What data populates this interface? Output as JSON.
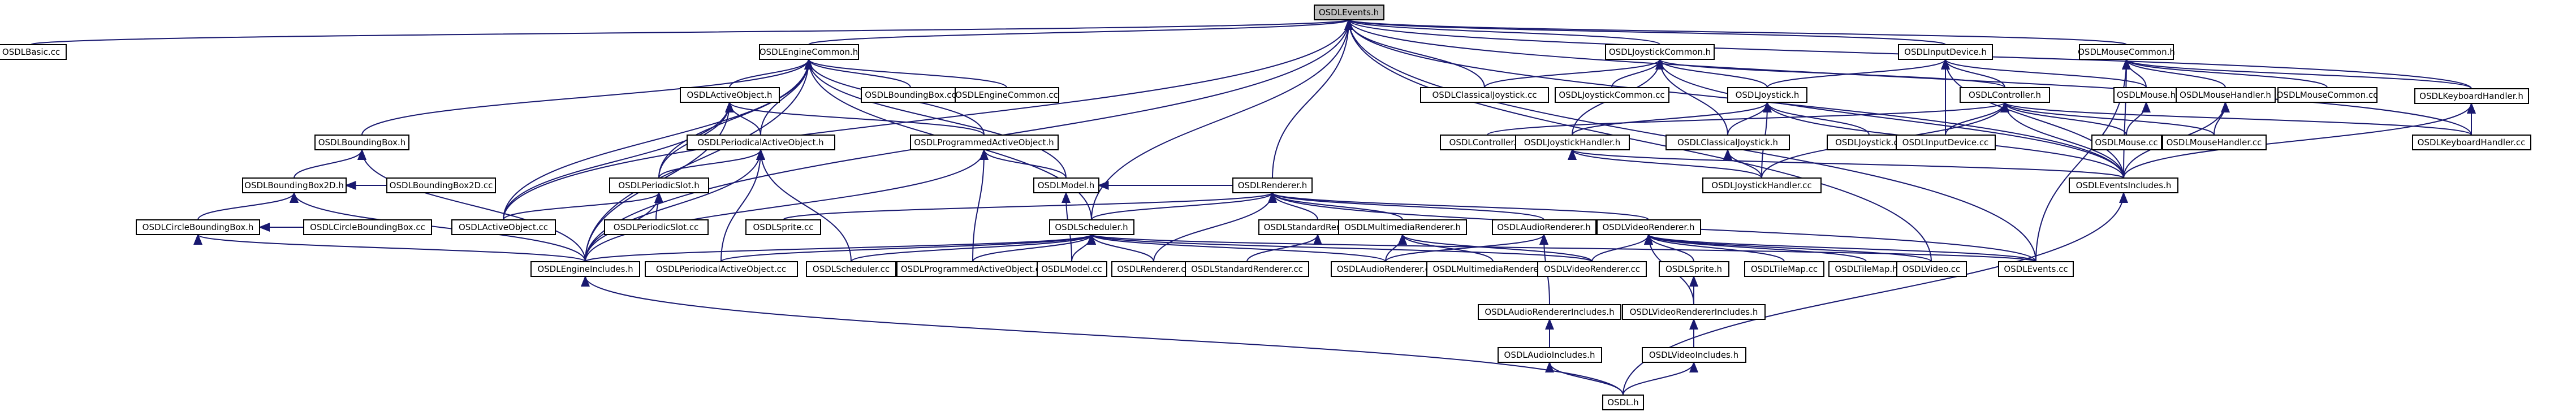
{
  "graph": {
    "title": "",
    "edge_color": "#191970",
    "nodes": {
      "n0": "OSDLEvents.h",
      "n1": "OSDLBasic.cc",
      "n2": "OSDLEngineCommon.h",
      "n3": "OSDLJoystickCommon.h",
      "n4": "OSDLInputDevice.h",
      "n5": "OSDLMouseCommon.h",
      "n6": "OSDLKeyboardHandler.h",
      "n7": "OSDLActiveObject.h",
      "n8": "OSDLBoundingBox.cc",
      "n9": "OSDLEngineCommon.cc",
      "n10": "OSDLClassicalJoystick.cc",
      "n11": "OSDLJoystickCommon.cc",
      "n12": "OSDLJoystick.h",
      "n13": "OSDLController.h",
      "n14": "OSDLMouse.h",
      "n15": "OSDLMouseHandler.h",
      "n16": "OSDLMouseCommon.cc",
      "n17": "OSDLBoundingBox.h",
      "n18": "OSDLPeriodicalActiveObject.h",
      "n19": "OSDLProgrammedActiveObject.h",
      "n20": "OSDLController.cc",
      "n21": "OSDLJoystickHandler.h",
      "n22": "OSDLClassicalJoystick.h",
      "n23": "OSDLJoystick.cc",
      "n24": "OSDLInputDevice.cc",
      "n25": "OSDLMouse.cc",
      "n26": "OSDLMouseHandler.cc",
      "n27": "OSDLKeyboardHandler.cc",
      "n28": "OSDLBoundingBox2D.h",
      "n29": "OSDLBoundingBox2D.cc",
      "n30": "OSDLPeriodicSlot.h",
      "n31": "OSDLModel.h",
      "n32": "OSDLRenderer.h",
      "n33": "OSDLJoystickHandler.cc",
      "n34": "OSDLEventsIncludes.h",
      "n35": "OSDLCircleBoundingBox.h",
      "n36": "OSDLCircleBoundingBox.cc",
      "n37": "OSDLActiveObject.cc",
      "n38": "OSDLPeriodicSlot.cc",
      "n39": "OSDLSprite.cc",
      "n40": "OSDLScheduler.h",
      "n41": "OSDLStandardRenderer.h",
      "n42": "OSDLMultimediaRenderer.h",
      "n43": "OSDLAudioRenderer.h",
      "n44": "OSDLVideoRenderer.h",
      "n45": "OSDLEngineIncludes.h",
      "n46": "OSDLPeriodicalActiveObject.cc",
      "n47": "OSDLScheduler.cc",
      "n48": "OSDLProgrammedActiveObject.cc",
      "n49": "OSDLModel.cc",
      "n50": "OSDLRenderer.cc",
      "n51": "OSDLStandardRenderer.cc",
      "n52": "OSDLAudioRenderer.cc",
      "n53": "OSDLMultimediaRenderer.cc",
      "n54": "OSDLVideoRenderer.cc",
      "n55": "OSDLSprite.h",
      "n56": "OSDLTileMap.cc",
      "n57": "OSDLTileMap.h",
      "n58": "OSDLVideo.cc",
      "n59": "OSDLEvents.cc",
      "n60": "OSDLAudioRendererIncludes.h",
      "n61": "OSDLVideoRendererIncludes.h",
      "n62": "OSDLAudioIncludes.h",
      "n63": "OSDLVideoIncludes.h",
      "n64": "OSDL.h"
    },
    "edges": [
      [
        "n1",
        "n0"
      ],
      [
        "n2",
        "n0"
      ],
      [
        "n3",
        "n0"
      ],
      [
        "n4",
        "n0"
      ],
      [
        "n5",
        "n0"
      ],
      [
        "n6",
        "n0"
      ],
      [
        "n37",
        "n0"
      ],
      [
        "n10",
        "n0"
      ],
      [
        "n32",
        "n0"
      ],
      [
        "n34",
        "n0"
      ],
      [
        "n40",
        "n0"
      ],
      [
        "n45",
        "n0"
      ],
      [
        "n58",
        "n0"
      ],
      [
        "n59",
        "n0"
      ],
      [
        "n27",
        "n0"
      ],
      [
        "n7",
        "n2"
      ],
      [
        "n8",
        "n2"
      ],
      [
        "n9",
        "n2"
      ],
      [
        "n17",
        "n2"
      ],
      [
        "n18",
        "n2"
      ],
      [
        "n19",
        "n2"
      ],
      [
        "n30",
        "n2"
      ],
      [
        "n31",
        "n2"
      ],
      [
        "n40",
        "n2"
      ],
      [
        "n37",
        "n2"
      ],
      [
        "n45",
        "n2"
      ],
      [
        "n10",
        "n3"
      ],
      [
        "n11",
        "n3"
      ],
      [
        "n12",
        "n3"
      ],
      [
        "n13",
        "n3"
      ],
      [
        "n21",
        "n3"
      ],
      [
        "n22",
        "n3"
      ],
      [
        "n34",
        "n3"
      ],
      [
        "n12",
        "n4"
      ],
      [
        "n13",
        "n4"
      ],
      [
        "n24",
        "n4"
      ],
      [
        "n34",
        "n4"
      ],
      [
        "n14",
        "n4"
      ],
      [
        "n14",
        "n5"
      ],
      [
        "n15",
        "n5"
      ],
      [
        "n16",
        "n5"
      ],
      [
        "n6",
        "n5"
      ],
      [
        "n34",
        "n5"
      ],
      [
        "n59",
        "n5"
      ],
      [
        "n27",
        "n6"
      ],
      [
        "n34",
        "n6"
      ],
      [
        "n18",
        "n7"
      ],
      [
        "n19",
        "n7"
      ],
      [
        "n37",
        "n7"
      ],
      [
        "n30",
        "n7"
      ],
      [
        "n45",
        "n7"
      ],
      [
        "n28",
        "n17"
      ],
      [
        "n45",
        "n17"
      ],
      [
        "n29",
        "n28"
      ],
      [
        "n35",
        "n28"
      ],
      [
        "n45",
        "n28"
      ],
      [
        "n36",
        "n35"
      ],
      [
        "n45",
        "n35"
      ],
      [
        "n30",
        "n18"
      ],
      [
        "n46",
        "n18"
      ],
      [
        "n47",
        "n18"
      ],
      [
        "n45",
        "n18"
      ],
      [
        "n48",
        "n19"
      ],
      [
        "n45",
        "n19"
      ],
      [
        "n31",
        "n19"
      ],
      [
        "n37",
        "n30"
      ],
      [
        "n38",
        "n30"
      ],
      [
        "n45",
        "n30"
      ],
      [
        "n49",
        "n31"
      ],
      [
        "n32",
        "n31"
      ],
      [
        "n21",
        "n12"
      ],
      [
        "n22",
        "n12"
      ],
      [
        "n23",
        "n12"
      ],
      [
        "n33",
        "n12"
      ],
      [
        "n34",
        "n12"
      ],
      [
        "n20",
        "n13"
      ],
      [
        "n25",
        "n13"
      ],
      [
        "n26",
        "n13"
      ],
      [
        "n27",
        "n13"
      ],
      [
        "n33",
        "n13"
      ],
      [
        "n34",
        "n13"
      ],
      [
        "n24",
        "n13"
      ],
      [
        "n25",
        "n14"
      ],
      [
        "n26",
        "n15"
      ],
      [
        "n34",
        "n15"
      ],
      [
        "n33",
        "n21"
      ],
      [
        "n34",
        "n21"
      ],
      [
        "n33",
        "n22"
      ],
      [
        "n40",
        "n32"
      ],
      [
        "n41",
        "n32"
      ],
      [
        "n42",
        "n32"
      ],
      [
        "n43",
        "n32"
      ],
      [
        "n44",
        "n32"
      ],
      [
        "n39",
        "n32"
      ],
      [
        "n50",
        "n32"
      ],
      [
        "n59",
        "n32"
      ],
      [
        "n45",
        "n40"
      ],
      [
        "n46",
        "n40"
      ],
      [
        "n47",
        "n40"
      ],
      [
        "n48",
        "n40"
      ],
      [
        "n49",
        "n40"
      ],
      [
        "n50",
        "n40"
      ],
      [
        "n52",
        "n40"
      ],
      [
        "n54",
        "n40"
      ],
      [
        "n59",
        "n40"
      ],
      [
        "n51",
        "n41"
      ],
      [
        "n52",
        "n42"
      ],
      [
        "n53",
        "n42"
      ],
      [
        "n54",
        "n42"
      ],
      [
        "n60",
        "n43"
      ],
      [
        "n52",
        "n43"
      ],
      [
        "n54",
        "n44"
      ],
      [
        "n55",
        "n44"
      ],
      [
        "n56",
        "n44"
      ],
      [
        "n57",
        "n44"
      ],
      [
        "n58",
        "n44"
      ],
      [
        "n59",
        "n44"
      ],
      [
        "n61",
        "n44"
      ],
      [
        "n61",
        "n55"
      ],
      [
        "n62",
        "n60"
      ],
      [
        "n63",
        "n61"
      ],
      [
        "n64",
        "n62"
      ],
      [
        "n64",
        "n63"
      ],
      [
        "n64",
        "n45"
      ],
      [
        "n64",
        "n34"
      ]
    ]
  }
}
